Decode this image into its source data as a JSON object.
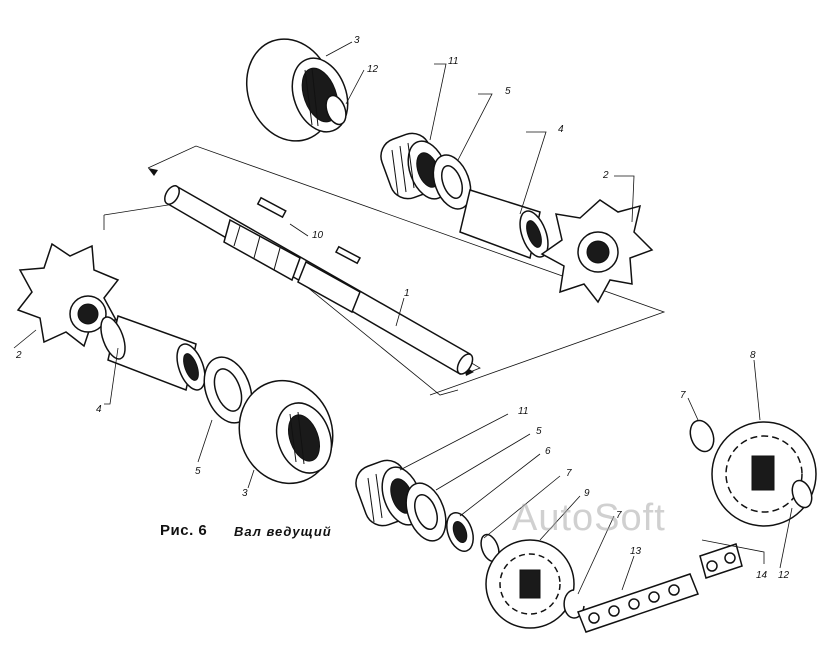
{
  "caption": {
    "figure": "Рис. 6",
    "title": "Вал ведущий"
  },
  "watermark": "AutoSoft",
  "part_labels": {
    "l3_top": "3",
    "l12_top": "12",
    "l11_top": "11",
    "l5_top": "5",
    "l4_right": "4",
    "l2_right": "2",
    "l10": "10",
    "l1": "1",
    "l2_left": "2",
    "l4_left": "4",
    "l5_left": "5",
    "l3_bottom": "3",
    "l11_bottom": "11",
    "l5_bottom": "5",
    "l6": "6",
    "l7_a": "7",
    "l9": "9",
    "l7_b": "7",
    "l13": "13",
    "l14": "14",
    "l12_bottom": "12",
    "l7_c": "7",
    "l8": "8"
  },
  "colors": {
    "ink": "#111111",
    "watermark": "#aaaaaa"
  }
}
